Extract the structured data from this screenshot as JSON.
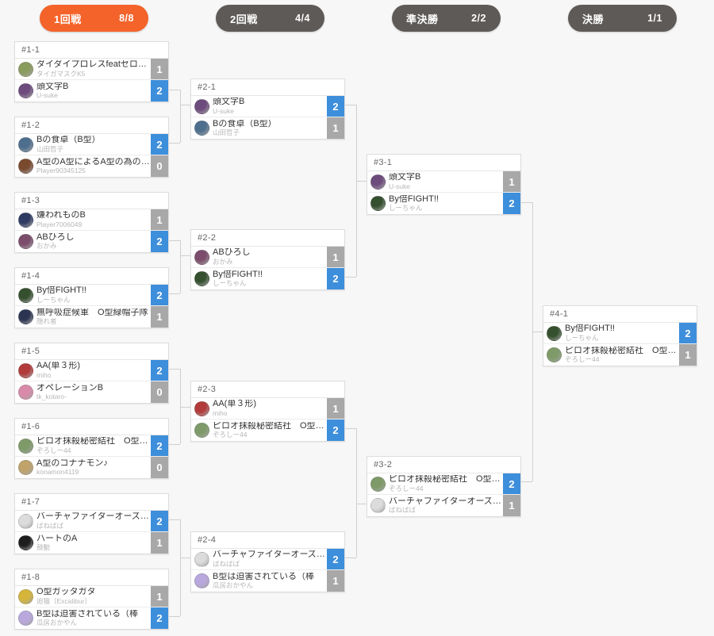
{
  "page": {
    "background": "#f7f7f7"
  },
  "colors": {
    "active_round": "#f4632a",
    "inactive_round": "#5e5a58",
    "win_score": "#3d8edb",
    "lose_score": "#a8a8a8",
    "card_bg": "#ffffff",
    "card_border": "#dddddd",
    "connector": "#cfcfcf"
  },
  "rounds": [
    {
      "name": "1回戦",
      "count": "8/8",
      "state": "active"
    },
    {
      "name": "2回戦",
      "count": "4/4",
      "state": "inactive"
    },
    {
      "name": "準決勝",
      "count": "2/2",
      "state": "inactive"
    },
    {
      "name": "決勝",
      "count": "1/1",
      "state": "inactive"
    }
  ],
  "matches": [
    {
      "id": "#1-1",
      "teams": [
        {
          "name": "ダイダイプロレスfeatセロニ…",
          "user": "タイガマスクK5",
          "score": "1",
          "result": "lose",
          "avatar": "avatar-icon"
        },
        {
          "name": "頭文字B",
          "user": "U-suke",
          "score": "2",
          "result": "win",
          "avatar": "avatar-icon"
        }
      ]
    },
    {
      "id": "#1-2",
      "teams": [
        {
          "name": "Bの食卓（B型）",
          "user": "山田哲子",
          "score": "2",
          "result": "win",
          "avatar": "avatar-icon"
        },
        {
          "name": "A型のA型によるA型の為のチ…",
          "user": "Player90345125",
          "score": "0",
          "result": "lose",
          "avatar": "avatar-icon"
        }
      ]
    },
    {
      "id": "#1-3",
      "teams": [
        {
          "name": "嫌われものB",
          "user": "Player7006049",
          "score": "1",
          "result": "lose",
          "avatar": "avatar-icon"
        },
        {
          "name": "ABひろし",
          "user": "おかみ",
          "score": "2",
          "result": "win",
          "avatar": "avatar-icon"
        }
      ]
    },
    {
      "id": "#1-4",
      "teams": [
        {
          "name": "By倍FIGHT!!",
          "user": "しーちゃん",
          "score": "2",
          "result": "win",
          "avatar": "avatar-icon"
        },
        {
          "name": "無呼吸症候軍　O型緑帽子隊",
          "user": "隠れ者",
          "score": "1",
          "result": "lose",
          "avatar": "avatar-icon"
        }
      ]
    },
    {
      "id": "#1-5",
      "teams": [
        {
          "name": "AA(単３形)",
          "user": "miho",
          "score": "2",
          "result": "win",
          "avatar": "avatar-icon"
        },
        {
          "name": "オペレーションB",
          "user": "tk_kotaro-",
          "score": "0",
          "result": "lose",
          "avatar": "avatar-icon"
        }
      ]
    },
    {
      "id": "#1-6",
      "teams": [
        {
          "name": "ピロオ抹殺秘密結社　O型撲…",
          "user": "ぞろしー44",
          "score": "2",
          "result": "win",
          "avatar": "avatar-icon"
        },
        {
          "name": "A型のコナナモン♪",
          "user": "konamon4119",
          "score": "0",
          "result": "lose",
          "avatar": "avatar-icon"
        }
      ]
    },
    {
      "id": "#1-7",
      "teams": [
        {
          "name": "バーチャファイターオーズ/O…",
          "user": "ばねばば",
          "score": "2",
          "result": "win",
          "avatar": "avatar-icon"
        },
        {
          "name": "ハートのA",
          "user": "鼓動",
          "score": "1",
          "result": "lose",
          "avatar": "avatar-icon"
        }
      ]
    },
    {
      "id": "#1-8",
      "teams": [
        {
          "name": "O型ガッタガタ",
          "user": "迫猫〔Excalibur〕",
          "score": "1",
          "result": "lose",
          "avatar": "avatar-icon"
        },
        {
          "name": "B型は迫害されている（棒",
          "user": "瓜房おかやん",
          "score": "2",
          "result": "win",
          "avatar": "avatar-icon"
        }
      ]
    },
    {
      "id": "#2-1",
      "teams": [
        {
          "name": "頭文字B",
          "user": "U-suke",
          "score": "2",
          "result": "win",
          "avatar": "avatar-icon"
        },
        {
          "name": "Bの食卓（B型）",
          "user": "山田哲子",
          "score": "1",
          "result": "lose",
          "avatar": "avatar-icon"
        }
      ]
    },
    {
      "id": "#2-2",
      "teams": [
        {
          "name": "ABひろし",
          "user": "おかみ",
          "score": "1",
          "result": "lose",
          "avatar": "avatar-icon"
        },
        {
          "name": "By倍FIGHT!!",
          "user": "しーちゃん",
          "score": "2",
          "result": "win",
          "avatar": "avatar-icon"
        }
      ]
    },
    {
      "id": "#2-3",
      "teams": [
        {
          "name": "AA(単３形)",
          "user": "miho",
          "score": "1",
          "result": "lose",
          "avatar": "avatar-icon"
        },
        {
          "name": "ピロオ抹殺秘密結社　O型撲…",
          "user": "ぞろしー44",
          "score": "2",
          "result": "win",
          "avatar": "avatar-icon"
        }
      ]
    },
    {
      "id": "#2-4",
      "teams": [
        {
          "name": "バーチャファイターオーズ/O…",
          "user": "ばねばば",
          "score": "2",
          "result": "win",
          "avatar": "avatar-icon"
        },
        {
          "name": "B型は迫害されている（棒",
          "user": "瓜房おかやん",
          "score": "1",
          "result": "lose",
          "avatar": "avatar-icon"
        }
      ]
    },
    {
      "id": "#3-1",
      "teams": [
        {
          "name": "頭文字B",
          "user": "U-suke",
          "score": "1",
          "result": "lose",
          "avatar": "avatar-icon"
        },
        {
          "name": "By倍FIGHT!!",
          "user": "しーちゃん",
          "score": "2",
          "result": "win",
          "avatar": "avatar-icon"
        }
      ]
    },
    {
      "id": "#3-2",
      "teams": [
        {
          "name": "ピロオ抹殺秘密結社　O型撲…",
          "user": "ぞろしー44",
          "score": "2",
          "result": "win",
          "avatar": "avatar-icon"
        },
        {
          "name": "バーチャファイターオーズ/O…",
          "user": "ばねばば",
          "score": "1",
          "result": "lose",
          "avatar": "avatar-icon"
        }
      ]
    },
    {
      "id": "#4-1",
      "teams": [
        {
          "name": "By倍FIGHT!!",
          "user": "しーちゃん",
          "score": "2",
          "result": "win",
          "avatar": "avatar-icon"
        },
        {
          "name": "ピロオ抹殺秘密結社　O型撲…",
          "user": "ぞろしー44",
          "score": "1",
          "result": "lose",
          "avatar": "avatar-icon"
        }
      ]
    }
  ]
}
